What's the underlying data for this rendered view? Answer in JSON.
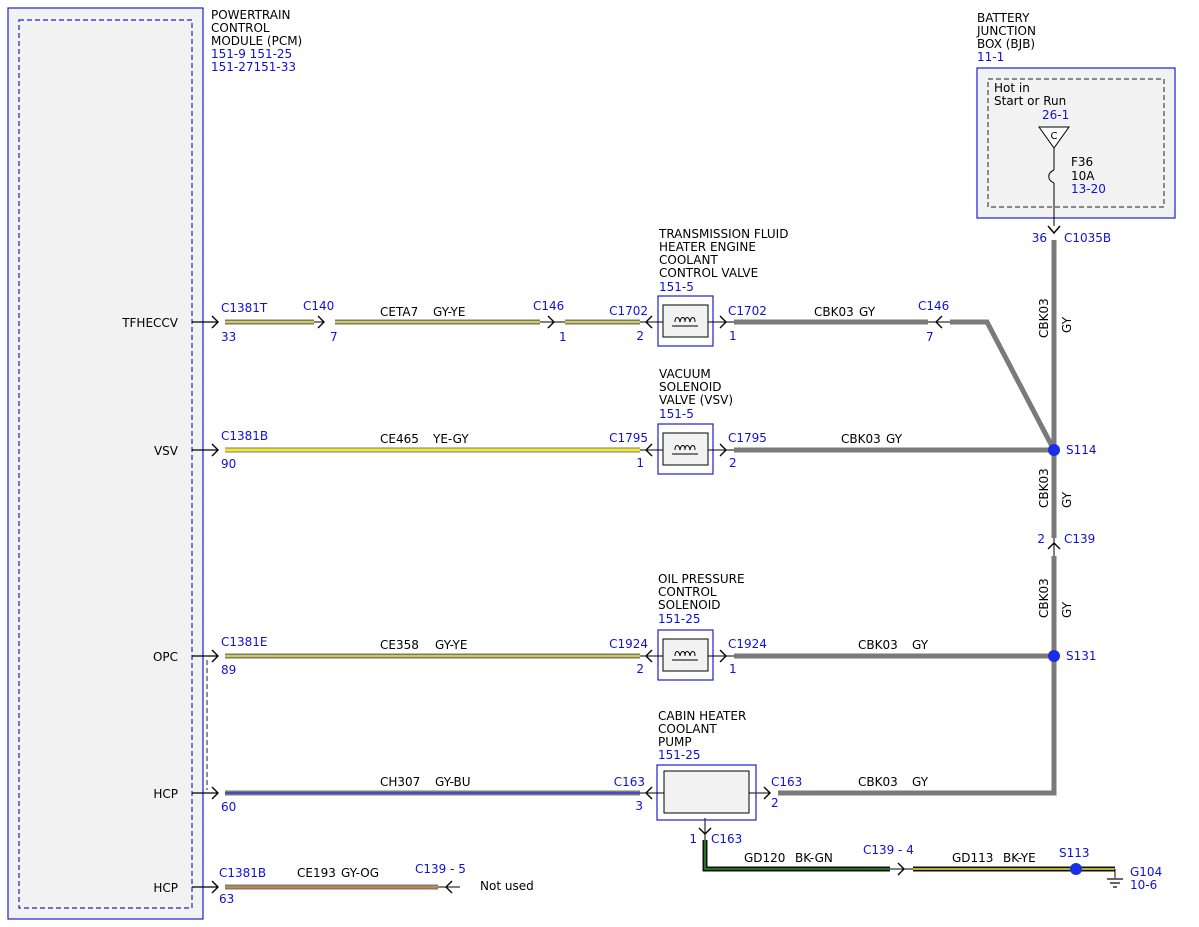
{
  "pcm": {
    "title_lines": [
      "POWERTRAIN",
      "CONTROL",
      "MODULE (PCM)"
    ],
    "refs": [
      "151-9  151-25",
      "151-27151-33"
    ],
    "pins": [
      {
        "name": "TFHECCV"
      },
      {
        "name": "VSV"
      },
      {
        "name": "OPC"
      },
      {
        "name": "HCP"
      },
      {
        "name": "HCP"
      }
    ]
  },
  "bjb": {
    "title_lines": [
      "BATTERY",
      "JUNCTION",
      "BOX (BJB)"
    ],
    "ref": "11-1",
    "hot_lines": [
      "Hot in",
      "Start or Run"
    ],
    "hot_ref": "26-1",
    "fuse_symbol": "C",
    "fuse_name": "F36",
    "fuse_rating": "10A",
    "fuse_ref": "13-20",
    "out_pin": "36",
    "out_connector": "C1035B"
  },
  "components": [
    {
      "id": "tfheccv",
      "title_lines": [
        "TRANSMISSION FLUID",
        "HEATER ENGINE",
        "COOLANT",
        "CONTROL VALVE"
      ],
      "ref": "151-5",
      "left_connector": "C1702",
      "left_pin": "2",
      "right_connector": "C1702",
      "right_pin": "1"
    },
    {
      "id": "vsv",
      "title_lines": [
        "VACUUM",
        "SOLENOID",
        "VALVE (VSV)"
      ],
      "ref": "151-5",
      "left_connector": "C1795",
      "left_pin": "1",
      "right_connector": "C1795",
      "right_pin": "2"
    },
    {
      "id": "opc",
      "title_lines": [
        "OIL PRESSURE",
        "CONTROL",
        "SOLENOID"
      ],
      "ref": "151-25",
      "left_connector": "C1924",
      "left_pin": "2",
      "right_connector": "C1924",
      "right_pin": "1"
    },
    {
      "id": "hcp",
      "title_lines": [
        "CABIN HEATER",
        "COOLANT",
        "PUMP"
      ],
      "ref": "151-25",
      "left_connector": "C163",
      "left_pin": "3",
      "right_connector": "C163",
      "right_pin": "2",
      "bottom_connector": "C163",
      "bottom_pin": "1"
    }
  ],
  "wires": {
    "w1": {
      "pcm_connector": "C1381T",
      "pcm_pin": "33",
      "inline_connector": "C140",
      "inline_pin": "7",
      "circuit": "CETA7",
      "color": "GY-YE",
      "c146_connector": "C146",
      "c146_pin": "1"
    },
    "w1r": {
      "circuit": "CBK03",
      "color": "GY",
      "c146_connector": "C146",
      "c146_pin": "7"
    },
    "w2": {
      "pcm_connector": "C1381B",
      "pcm_pin": "90",
      "circuit": "CE465",
      "color": "YE-GY"
    },
    "w2r": {
      "circuit": "CBK03",
      "color": "GY"
    },
    "w3": {
      "pcm_connector": "C1381E",
      "pcm_pin": "89",
      "circuit": "CE358",
      "color": "GY-YE"
    },
    "w3r": {
      "circuit": "CBK03",
      "color": "GY"
    },
    "w4": {
      "pcm_pin": "60",
      "circuit": "CH307",
      "color": "GY-BU"
    },
    "w4r": {
      "circuit": "CBK03",
      "color": "GY"
    },
    "w5": {
      "pcm_connector": "C1381B",
      "pcm_pin": "63",
      "circuit": "CE193",
      "color": "GY-OG",
      "end_connector": "C139 - 5",
      "end_note": "Not used"
    },
    "v1": {
      "circuit": "CBK03",
      "color": "GY"
    },
    "v2": {
      "circuit": "CBK03",
      "color": "GY",
      "connector": "C139",
      "pin": "2"
    },
    "v3": {
      "circuit": "CBK03",
      "color": "GY"
    },
    "gd1": {
      "circuit": "GD120",
      "color": "BK-GN",
      "connector": "C139  -  4"
    },
    "gd2": {
      "circuit": "GD113",
      "color": "BK-YE"
    }
  },
  "splices": {
    "s114": "S114",
    "s131": "S131",
    "s113": "S113"
  },
  "ground": {
    "name": "G104",
    "ref": "10-6"
  },
  "colors": {
    "gray": "#7a7a7a",
    "yellow": "#f2ea2a",
    "blue": "#3a3ad8",
    "orange": "#e08a2a",
    "green": "#2f8a2f",
    "black": "#111111",
    "ref_blue": "#1010d8",
    "splice_blue": "#1a2ee8"
  }
}
